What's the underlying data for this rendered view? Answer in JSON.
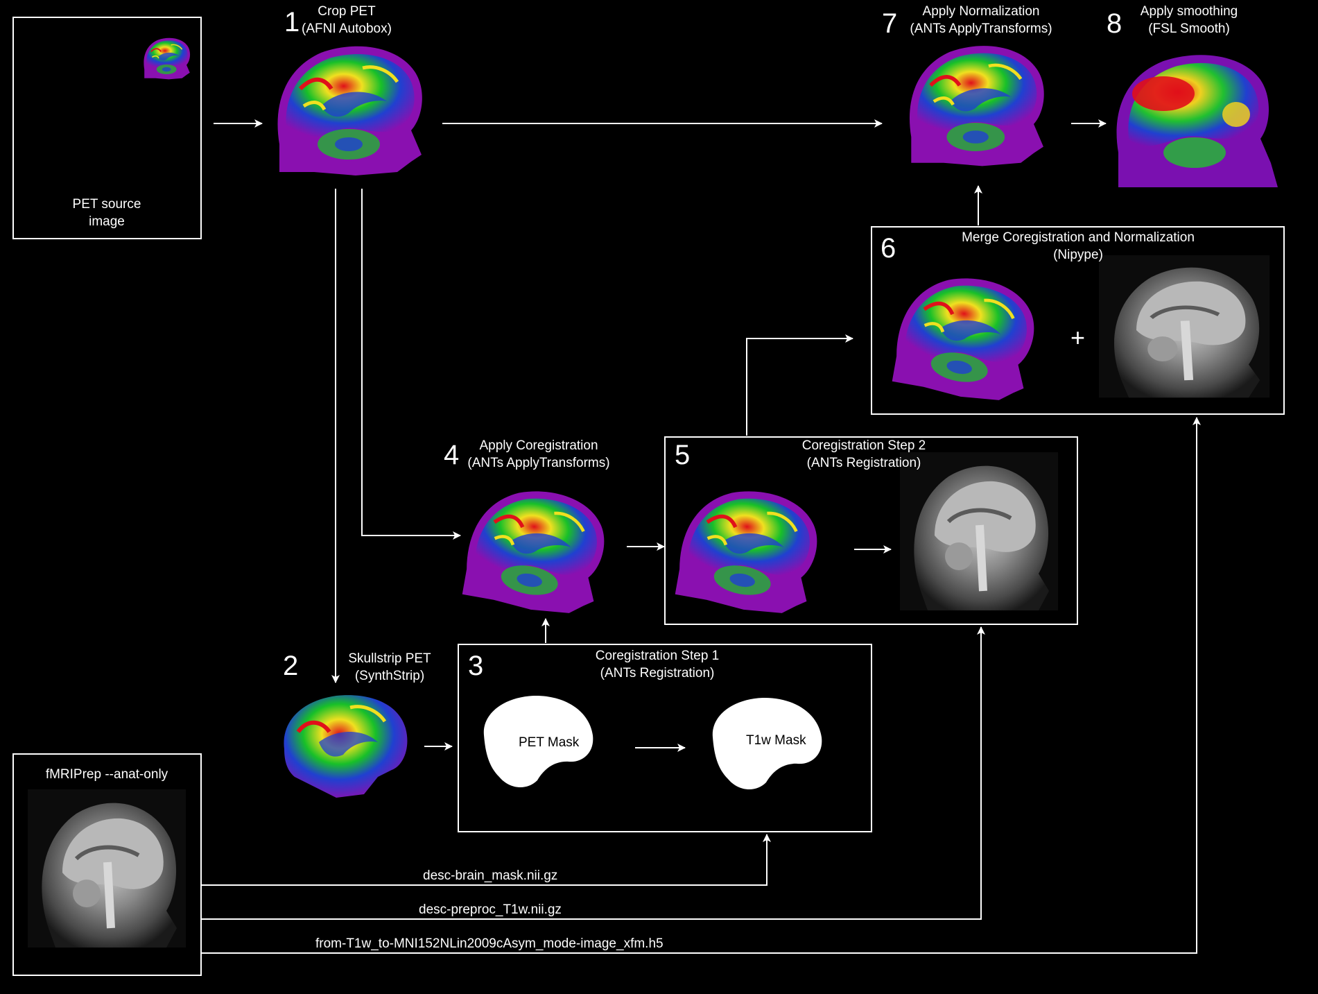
{
  "steps": {
    "source": {
      "label_line1": "PET source",
      "label_line2": "image"
    },
    "s1": {
      "num": "1",
      "line1": "Crop PET",
      "line2": "(AFNI Autobox)"
    },
    "s2": {
      "num": "2",
      "line1": "Skullstrip PET",
      "line2": "(SynthStrip)"
    },
    "s3": {
      "num": "3",
      "line1": "Coregistration Step 1",
      "line2": "(ANTs Registration)",
      "pet_mask": "PET Mask",
      "t1w_mask": "T1w Mask"
    },
    "s4": {
      "num": "4",
      "line1": "Apply Coregistration",
      "line2": "(ANTs ApplyTransforms)"
    },
    "s5": {
      "num": "5",
      "line1": "Coregistration Step 2",
      "line2": "(ANTs Registration)"
    },
    "s6": {
      "num": "6",
      "line1": "Merge Coregistration and Normalization",
      "line2": "(Nipype)",
      "plus": "+"
    },
    "s7": {
      "num": "7",
      "line1": "Apply Normalization",
      "line2": "(ANTs ApplyTransforms)"
    },
    "s8": {
      "num": "8",
      "line1": "Apply smoothing",
      "line2": "(FSL Smooth)"
    }
  },
  "fmriprep": {
    "label": "fMRIPrep --anat-only"
  },
  "files": {
    "brain_mask": "desc-brain_mask.nii.gz",
    "preproc_t1w": "desc-preproc_T1w.nii.gz",
    "xfm": "from-T1w_to-MNI152NLin2009cAsym_mode-image_xfm.h5"
  },
  "colors": {
    "background": "#000000",
    "lines": "#ffffff",
    "pet_hot": "#e0101a",
    "pet_warm": "#f0e020",
    "pet_mid": "#18c028",
    "pet_cool": "#2040d0",
    "pet_low": "#8a10b0"
  }
}
